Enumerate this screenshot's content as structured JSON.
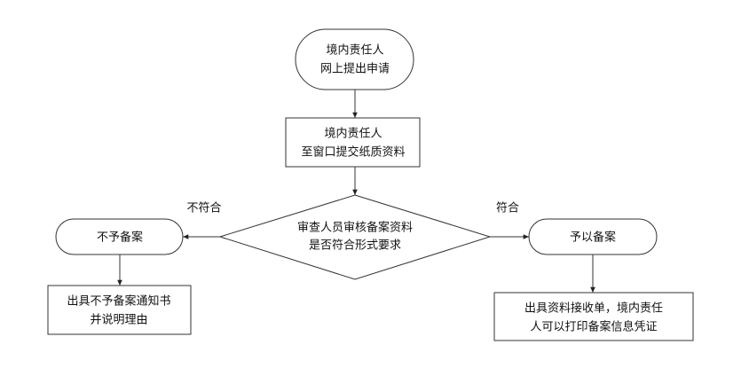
{
  "nodes": {
    "online_apply": {
      "lines": [
        "境内责任人",
        "网上提出申请"
      ]
    },
    "submit_paper": {
      "lines": [
        "境内责任人",
        "至窗口提交纸质资料"
      ]
    },
    "review": {
      "lines": [
        "审查人员审核备案资料",
        "是否符合形式要求"
      ]
    },
    "reject": {
      "lines": [
        "不予备案"
      ]
    },
    "reject_notice": {
      "lines": [
        "出具不予备案通知书",
        "并说明理由"
      ]
    },
    "accept": {
      "lines": [
        "予以备案"
      ]
    },
    "accept_receipt": {
      "lines": [
        "出具资料接收单，境内责任",
        "人可以打印备案信息凭证"
      ]
    }
  },
  "edge_labels": {
    "not_compliant": "不符合",
    "compliant": "符合"
  }
}
